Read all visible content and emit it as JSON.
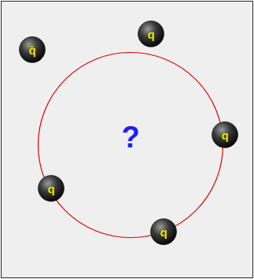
{
  "diagram": {
    "nodes": [
      {
        "text": [
          "q̄"
        ]
      },
      {
        "text": [
          "q"
        ]
      },
      {
        "text": [
          "?"
        ]
      },
      {
        "text": [
          "q"
        ]
      },
      {
        "text": [
          "q"
        ]
      },
      {
        "text": [
          "q"
        ]
      }
    ]
  }
}
